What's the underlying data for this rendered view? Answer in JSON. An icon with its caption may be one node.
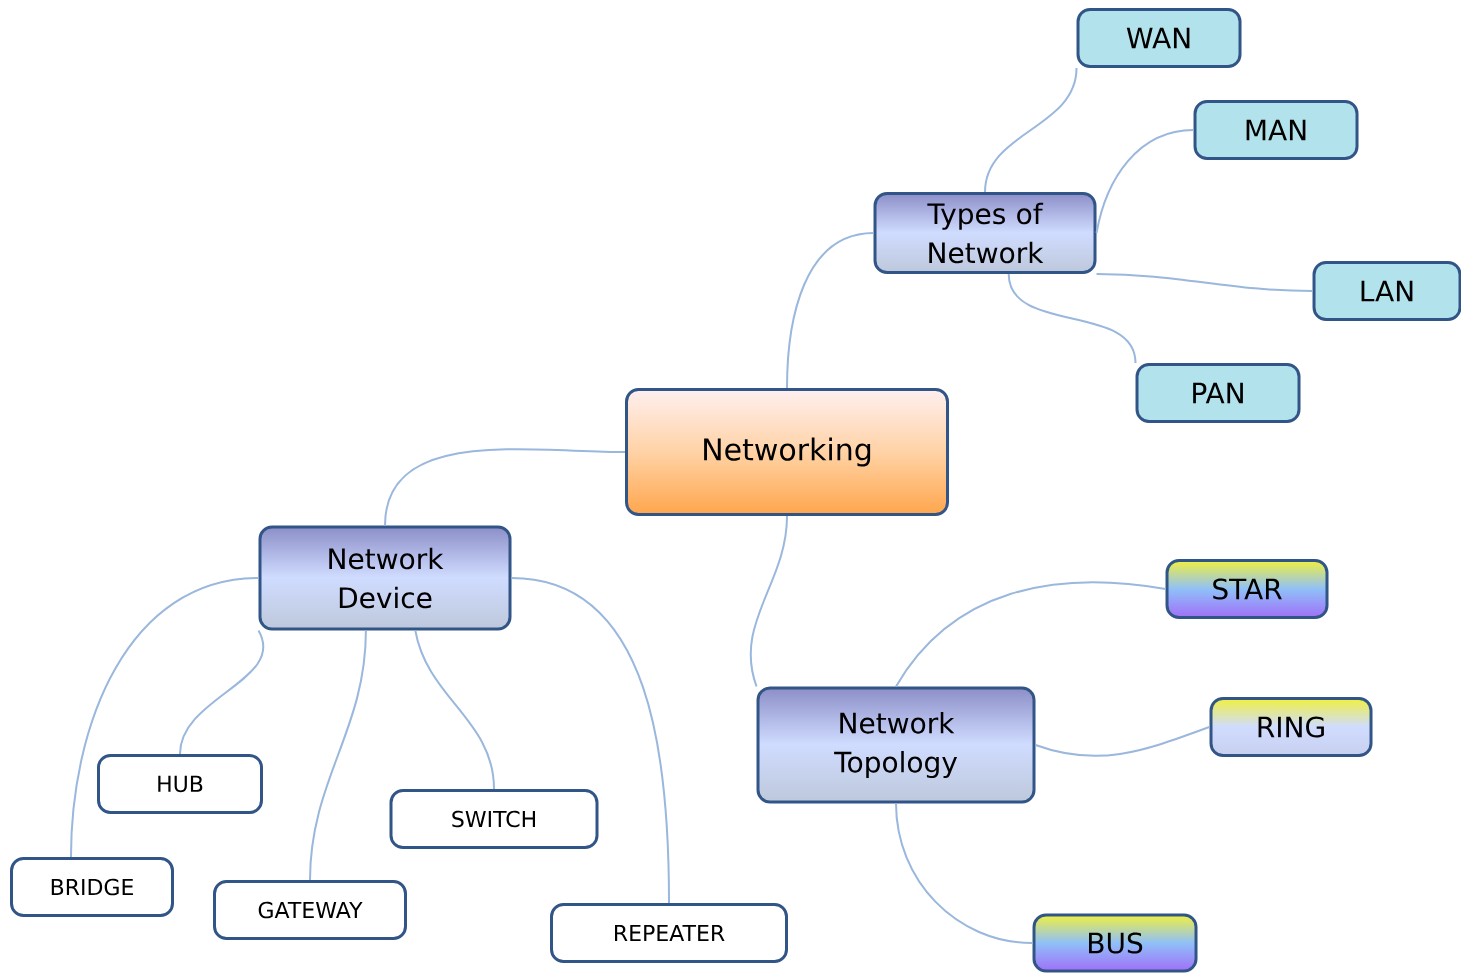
{
  "diagram": {
    "nodes": [
      {
        "text": [
          "Networking"
        ]
      },
      {
        "text": [
          "Types of Network"
        ]
      },
      {
        "text": [
          "WAN"
        ]
      },
      {
        "text": [
          "MAN"
        ]
      },
      {
        "text": [
          "LAN"
        ]
      },
      {
        "text": [
          "PAN"
        ]
      },
      {
        "text": [
          "Network Device"
        ]
      },
      {
        "text": [
          "HUB"
        ]
      },
      {
        "text": [
          "SWITCH"
        ]
      },
      {
        "text": [
          "BRIDGE"
        ]
      },
      {
        "text": [
          "GATEWAY"
        ]
      },
      {
        "text": [
          "REPEATER"
        ]
      },
      {
        "text": [
          "Network Topology"
        ]
      },
      {
        "text": [
          "STAR"
        ]
      },
      {
        "text": [
          "RING"
        ]
      },
      {
        "text": [
          "BUS"
        ]
      }
    ],
    "edges": [
      {
        "from": 0,
        "to": 1,
        "arrow": "none"
      },
      {
        "from": 1,
        "to": 2,
        "arrow": "none"
      },
      {
        "from": 1,
        "to": 3,
        "arrow": "none"
      },
      {
        "from": 1,
        "to": 4,
        "arrow": "none"
      },
      {
        "from": 1,
        "to": 5,
        "arrow": "none"
      },
      {
        "from": 0,
        "to": 6,
        "arrow": "none"
      },
      {
        "from": 0,
        "to": 12,
        "arrow": "none"
      },
      {
        "from": 6,
        "to": 9,
        "arrow": "none"
      },
      {
        "from": 6,
        "to": 7,
        "arrow": "none"
      },
      {
        "from": 6,
        "to": 10,
        "arrow": "none"
      },
      {
        "from": 6,
        "to": 8,
        "arrow": "none"
      },
      {
        "from": 6,
        "to": 11,
        "arrow": "none"
      },
      {
        "from": 12,
        "to": 13,
        "arrow": "none"
      },
      {
        "from": 12,
        "to": 14,
        "arrow": "none"
      },
      {
        "from": 12,
        "to": 15,
        "arrow": "none"
      }
    ]
  }
}
